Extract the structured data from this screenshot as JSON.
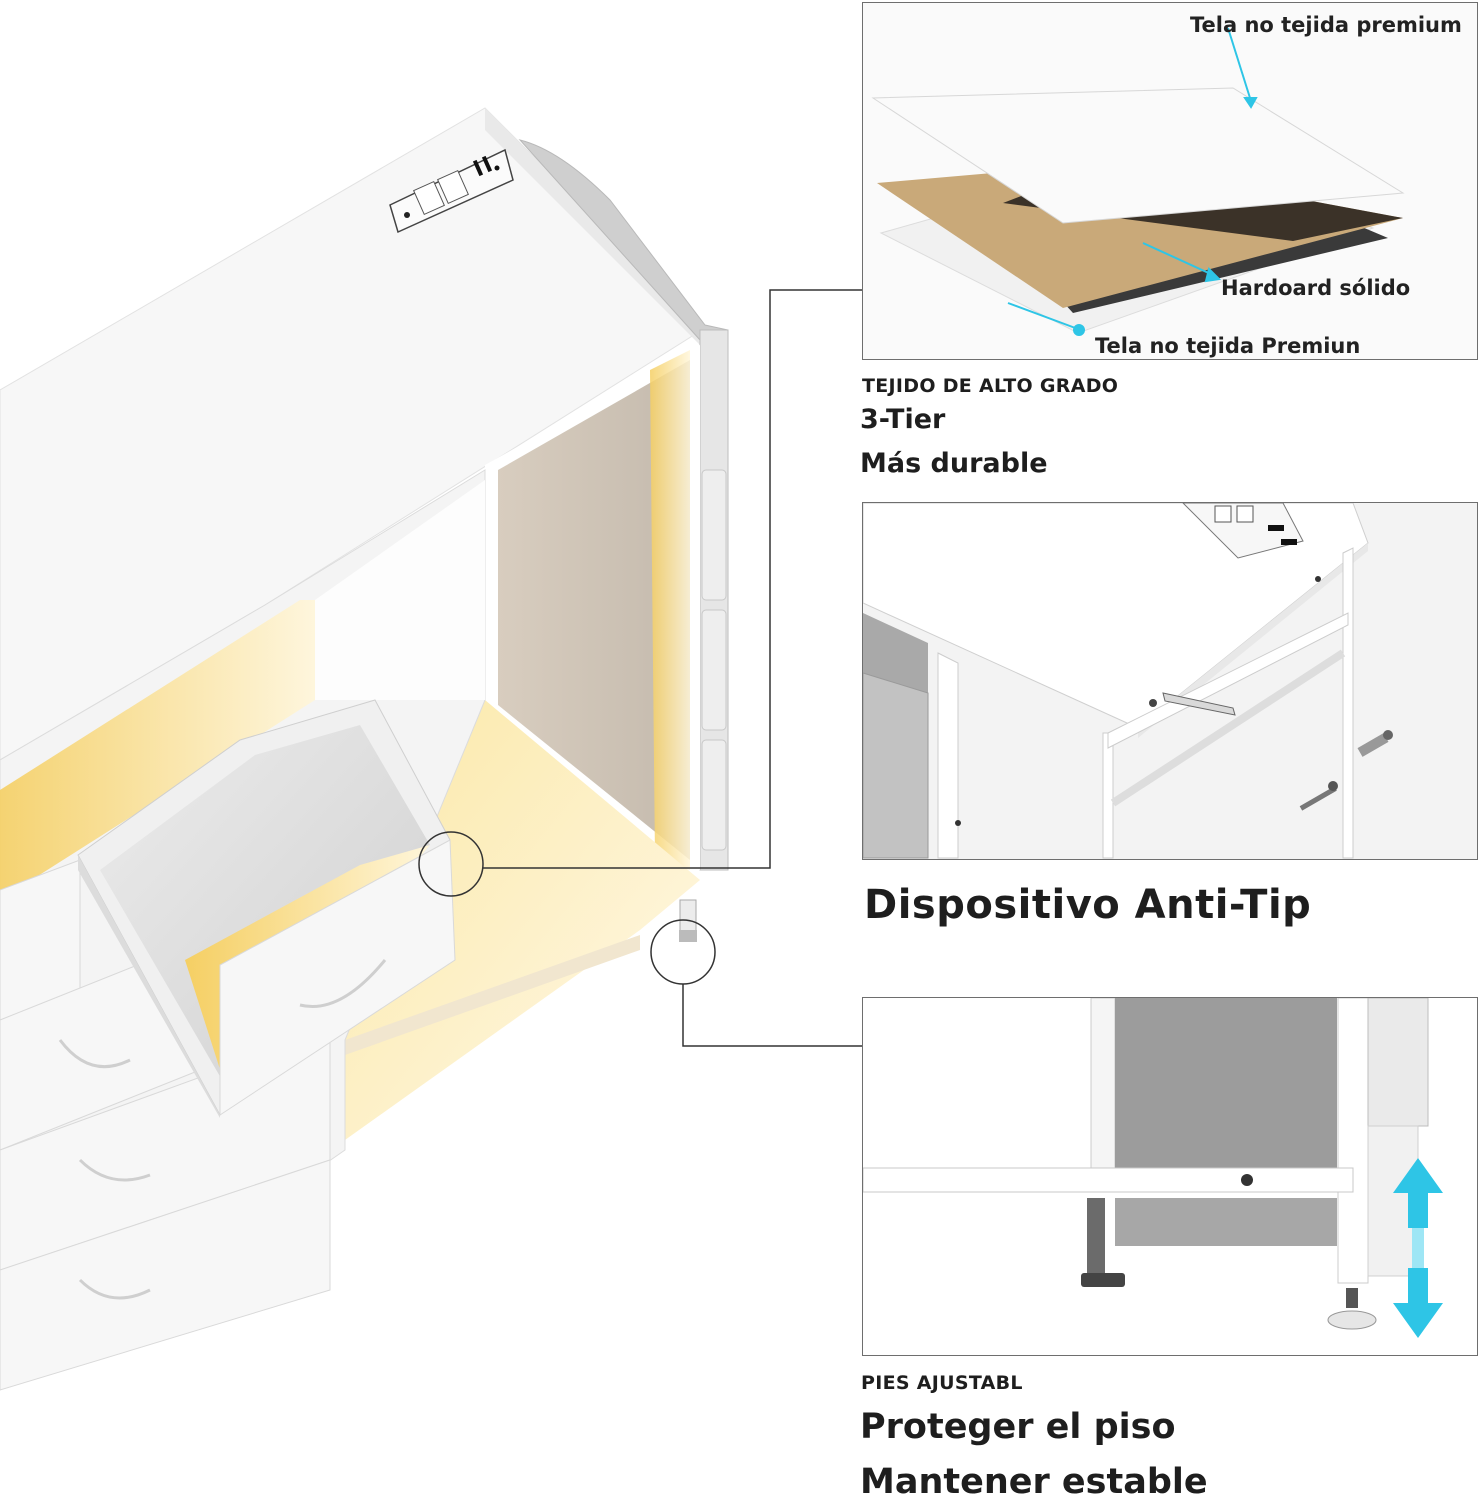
{
  "fabric": {
    "callout_top": "Tela no tejida premium",
    "callout_middle": "Hardoard sólido",
    "callout_bottom": "Tela no tejida Premiun",
    "caption_small": "TEJIDO DE ALTO GRADO",
    "caption_line1": "3-Tier",
    "caption_line2": "Más durable"
  },
  "antitip": {
    "caption": "Dispositivo Anti-Tip"
  },
  "feet": {
    "caption_small": "PIES AJUSTABL",
    "caption_line1": "Proteger el piso",
    "caption_line2": "Mantener estable"
  },
  "colors": {
    "accent_arrow": "#2ec5e6",
    "frame": "#ffffff",
    "fabric_gray": "#8f8f8f",
    "hardboard": "#c9a979",
    "led_glow": "#f6d57a"
  },
  "icons": [
    "power-outlet-icon",
    "usb-port-icon",
    "up-down-arrow-icon",
    "leader-line-arrow-icon"
  ]
}
